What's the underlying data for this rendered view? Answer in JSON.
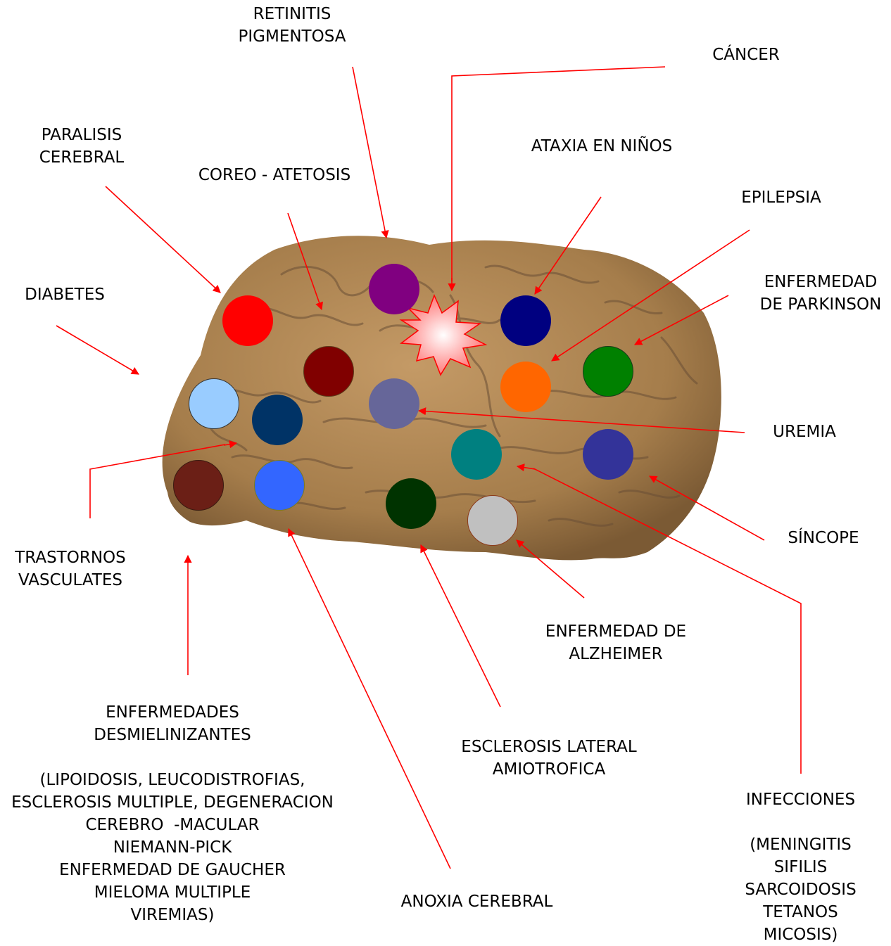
{
  "labels": {
    "retinitis": "RETINITIS\nPIGMENTOSA",
    "cancer": "CÁNCER",
    "paralisis": "PARALISIS\nCEREBRAL",
    "ataxia": "ATAXIA EN NIÑOS",
    "coreo": "COREO - ATETOSIS",
    "epilepsia": "EPILEPSIA",
    "diabetes": "DIABETES",
    "parkinson": "ENFERMEDAD\nDE PARKINSON",
    "uremia": "UREMIA",
    "sincope": "SÍNCOPE",
    "trastornos": "TRASTORNOS\nVASCULATES",
    "alzheimer": "ENFERMEDAD DE\nALZHEIMER",
    "desmielinizantes": "ENFERMEDADES\nDESMIELINIZANTES\n\n(LIPOIDOSIS, LEUCODISTROFIAS,\nESCLEROSIS MULTIPLE, DEGENERACION\nCEREBRO  -MACULAR\nNIEMANN-PICK\nENFERMEDAD DE GAUCHER\nMIELOMA MULTIPLE\nVIREMIAS)",
    "ela": "ESCLEROSIS LATERAL\nAMIOTROFICA",
    "infecciones": "INFECCIONES\n\n(MENINGITIS\nSIFILIS\nSARCOIDOSIS\nTETANOS\nMICOSIS)",
    "anoxia": "ANOXIA CEREBRAL"
  },
  "colors": {
    "arrow": "#ff0000",
    "brain": "#b08a5a",
    "paralisis": "#ff0000",
    "retinitis": "#800080",
    "ataxia": "#000080",
    "coreo": "#800000",
    "epilepsia": "#ff6600",
    "parkinson": "#008000",
    "uremia": "#666699",
    "trastornos_light": "#99ccff",
    "trastornos_dark": "#003366",
    "infecciones": "#008080",
    "sincope": "#333399",
    "desmielinizantes": "#6b1f16",
    "anoxia": "#3366ff",
    "ela": "#003300",
    "alzheimer": "#c0c0c0"
  },
  "icons": {
    "cancer": "starburst-icon"
  }
}
